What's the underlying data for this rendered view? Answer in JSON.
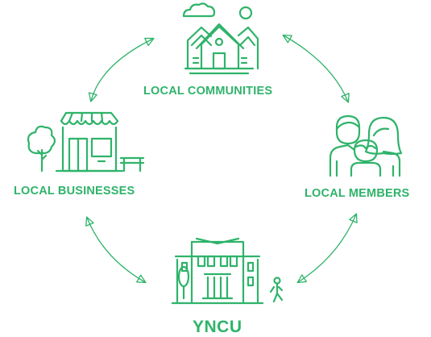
{
  "colors": {
    "accent": "#2fb36a"
  },
  "nodes": {
    "top": {
      "label": "LOCAL COMMUNITIES",
      "icon": "houses-icon"
    },
    "left": {
      "label": "LOCAL BUSINESSES",
      "icon": "storefront-icon"
    },
    "right": {
      "label": "LOCAL MEMBERS",
      "icon": "family-icon"
    },
    "bottom": {
      "label": "YNCU",
      "icon": "credit-union-building-icon"
    }
  }
}
